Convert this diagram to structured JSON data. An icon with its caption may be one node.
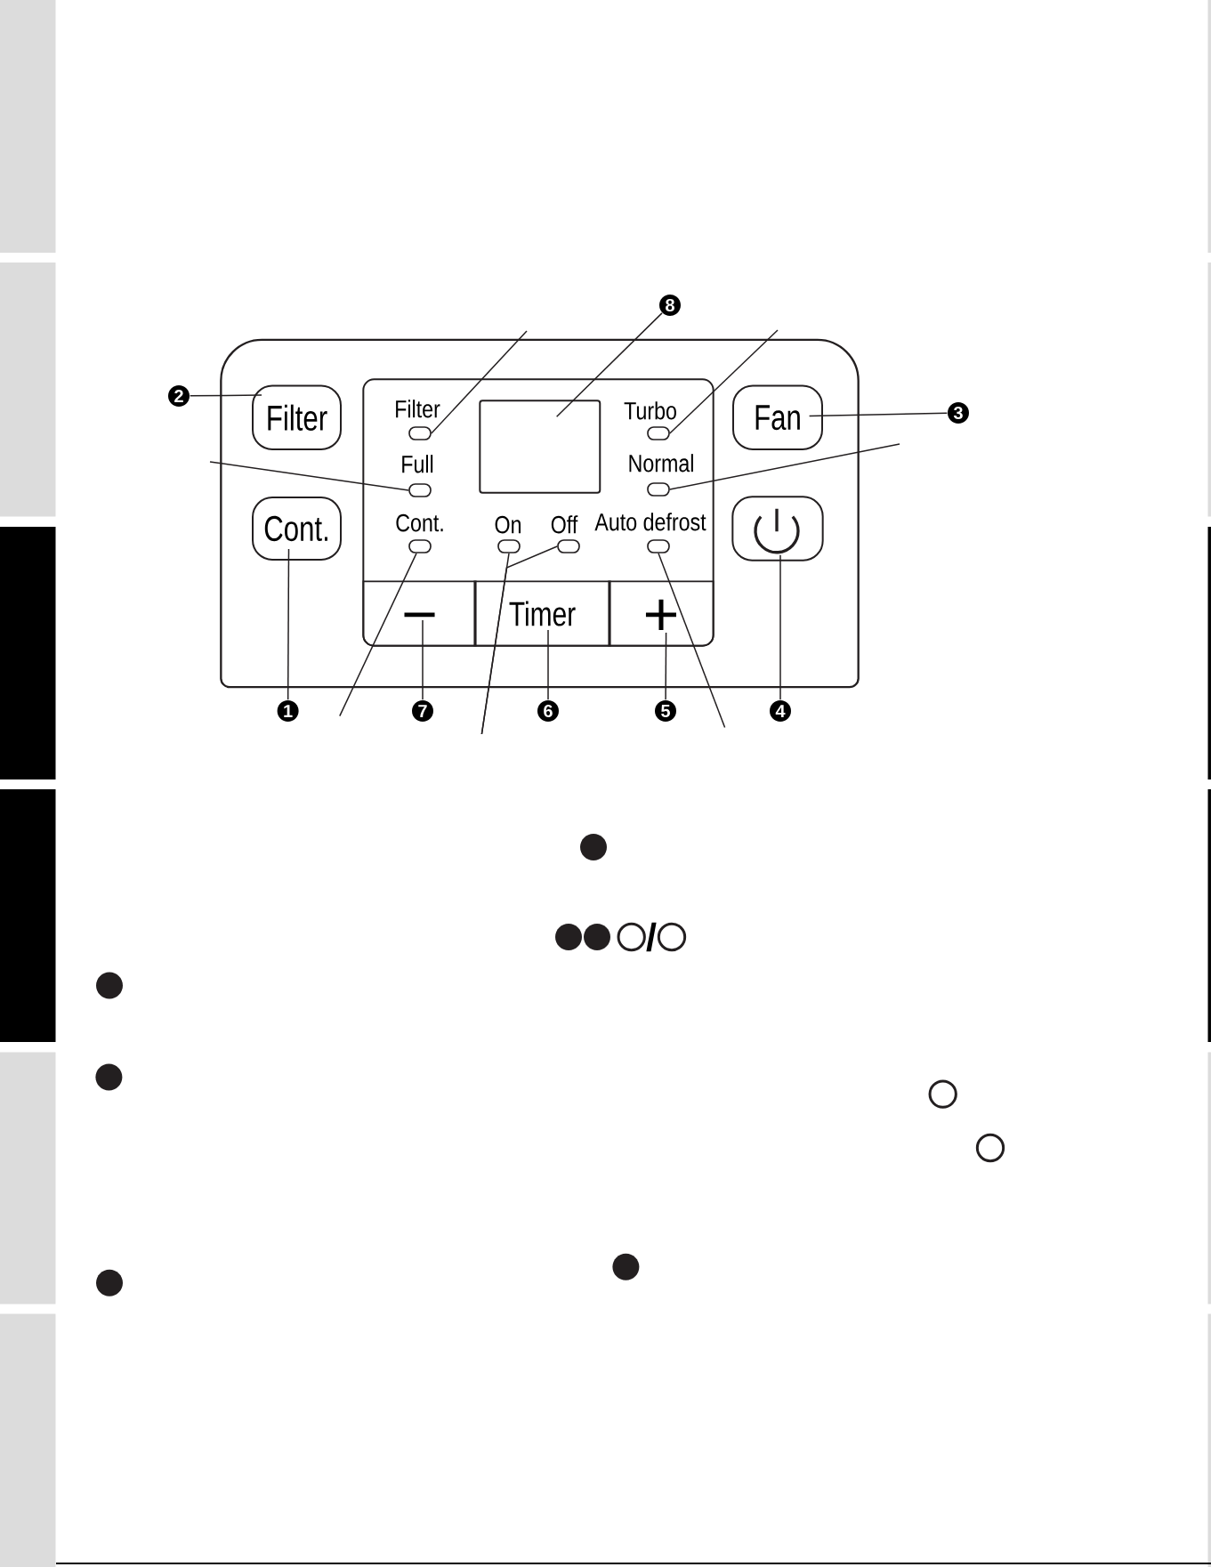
{
  "diagram": {
    "nodes": [
      {
        "text": [],
        "shape": "box"
      },
      {
        "text": [
          "Filter"
        ],
        "in": 0
      },
      {
        "text": [
          "Cont."
        ],
        "in": 0
      },
      {
        "text": [],
        "shape": "box",
        "in": 0
      },
      {
        "text": [
          "Filter"
        ],
        "in": 3
      },
      {
        "text": [],
        "shape": "box",
        "in": 3
      },
      {
        "text": [
          "Turbo"
        ],
        "in": 3
      },
      {
        "text": [
          "Full"
        ],
        "in": 3
      },
      {
        "text": [
          "Normal"
        ],
        "in": 3
      },
      {
        "text": [
          "Cont."
        ],
        "in": 3
      },
      {
        "text": [
          "On"
        ],
        "in": 3
      },
      {
        "text": [
          "Off"
        ],
        "in": 3
      },
      {
        "text": [
          "Auto defrost"
        ],
        "in": 3
      },
      {
        "text": [
          "−"
        ],
        "in": 3
      },
      {
        "text": [
          "Timer"
        ],
        "in": 3
      },
      {
        "text": [
          "+"
        ],
        "in": 3
      },
      {
        "text": [
          "Fan"
        ],
        "in": 0
      },
      {
        "text": [],
        "shape": "box",
        "in": 0
      },
      {
        "text": [
          "8"
        ]
      },
      {
        "text": [
          "2"
        ]
      },
      {
        "text": [
          "3"
        ]
      },
      {
        "text": [
          "1"
        ]
      },
      {
        "text": [
          "7"
        ]
      },
      {
        "text": [
          "6"
        ]
      },
      {
        "text": [
          "5"
        ]
      },
      {
        "text": [
          "4"
        ]
      }
    ],
    "edges": [
      {
        "from": 18,
        "to": 5,
        "arrow": "none"
      },
      {
        "from": 19,
        "to": 1,
        "arrow": "none"
      },
      {
        "from": 20,
        "to": 16,
        "arrow": "none"
      },
      {
        "from": 21,
        "to": 2,
        "arrow": "none"
      },
      {
        "from": 22,
        "to": 13,
        "arrow": "none"
      },
      {
        "from": 23,
        "to": 14,
        "arrow": "none"
      },
      {
        "from": 24,
        "to": 15,
        "arrow": "none"
      },
      {
        "from": 25,
        "to": 17,
        "arrow": "none"
      },
      {
        "from": null,
        "to": 4,
        "arrow": "none"
      },
      {
        "from": null,
        "to": 6,
        "arrow": "none"
      },
      {
        "from": null,
        "to": 7,
        "arrow": "none"
      },
      {
        "from": null,
        "to": 8,
        "arrow": "none"
      },
      {
        "from": null,
        "to": 9,
        "arrow": "none"
      },
      {
        "from": null,
        "to": 10,
        "arrow": "none"
      },
      {
        "from": null,
        "to": 11,
        "arrow": "none"
      },
      {
        "from": null,
        "to": 12,
        "arrow": "none"
      }
    ],
    "labels": [
      "/"
    ]
  }
}
